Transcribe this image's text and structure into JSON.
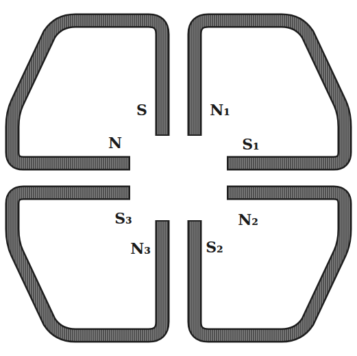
{
  "diagram": {
    "labels": [
      "S",
      "N₁",
      "N",
      "S₁",
      "S₃",
      "N₂",
      "N₃",
      "S₂"
    ]
  }
}
